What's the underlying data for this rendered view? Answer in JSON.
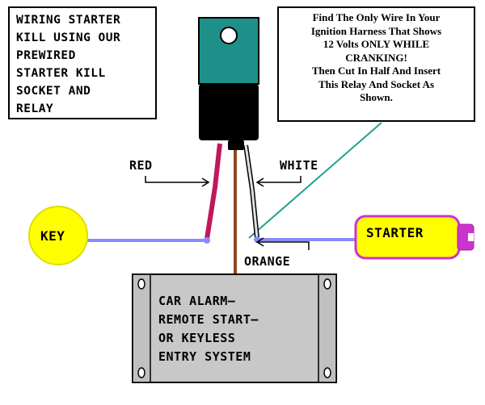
{
  "title": {
    "lines": [
      "WIRING STARTER",
      "KILL USING OUR",
      "PREWIRED",
      "STARTER KILL",
      "SOCKET AND",
      "RELAY"
    ]
  },
  "note": {
    "lines": [
      "Find The Only Wire In Your",
      "Ignition Harness That Shows",
      "12 Volts ONLY WHILE",
      "CRANKING!",
      "Then Cut In Half And Insert",
      "This Relay And Socket As",
      "Shown."
    ]
  },
  "labels": {
    "red": "RED",
    "white": "WHITE",
    "orange": "ORANGE",
    "key": "KEY",
    "starter": "STARTER"
  },
  "module": {
    "lines": [
      "CAR ALARM—",
      "REMOTE START—",
      "OR KEYLESS",
      "ENTRY SYSTEM"
    ]
  },
  "colors": {
    "relay_top": "#1f8f8a",
    "relay_bottom": "#000000",
    "key_fill": "#ffff00",
    "starter_fill": "#ffff00",
    "starter_tip": "#cc33cc",
    "module_fill": "#c8c8c8",
    "wire_red": "#c0185a",
    "wire_white": "#d8d8d8",
    "wire_orange": "#8b4a1c",
    "wire_harness": "#8a8aff",
    "pointer_line": "#20a090"
  }
}
